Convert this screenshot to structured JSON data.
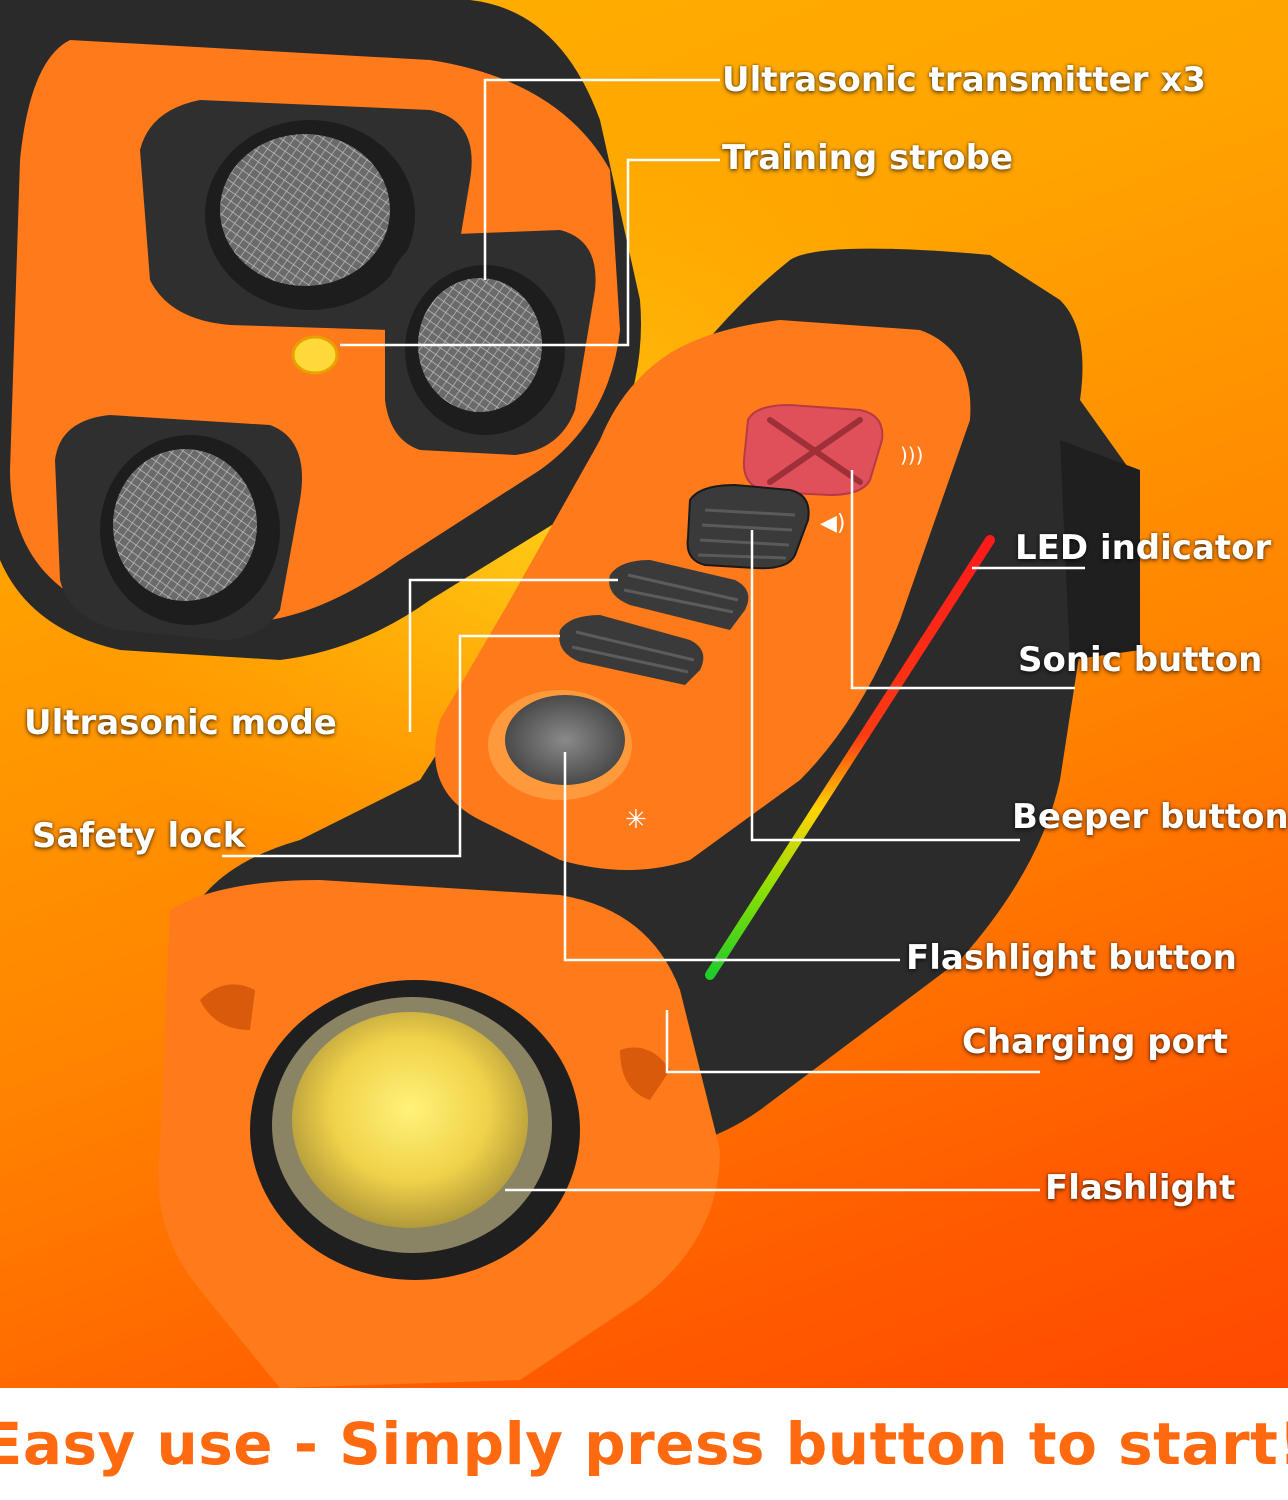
{
  "callouts": {
    "ultrasonic_transmitter": "Ultrasonic transmitter x3",
    "training_strobe": "Training strobe",
    "led_indicator": "LED indicator",
    "sonic_button": "Sonic button",
    "ultrasonic_mode": "Ultrasonic mode",
    "beeper_button": "Beeper button",
    "safety_lock": "Safety lock",
    "flashlight_button": "Flashlight button",
    "charging_port": "Charging port",
    "flashlight": "Flashlight"
  },
  "headline": "Easy use - Simply press button to start!",
  "colors": {
    "body_orange": "#ff7a1a",
    "housing_dark": "#2b2b2b",
    "sonic_button_red": "#e0505a",
    "headline_orange": "#ff6a10",
    "background_top": "#ffb100",
    "background_bottom": "#ff4800"
  }
}
